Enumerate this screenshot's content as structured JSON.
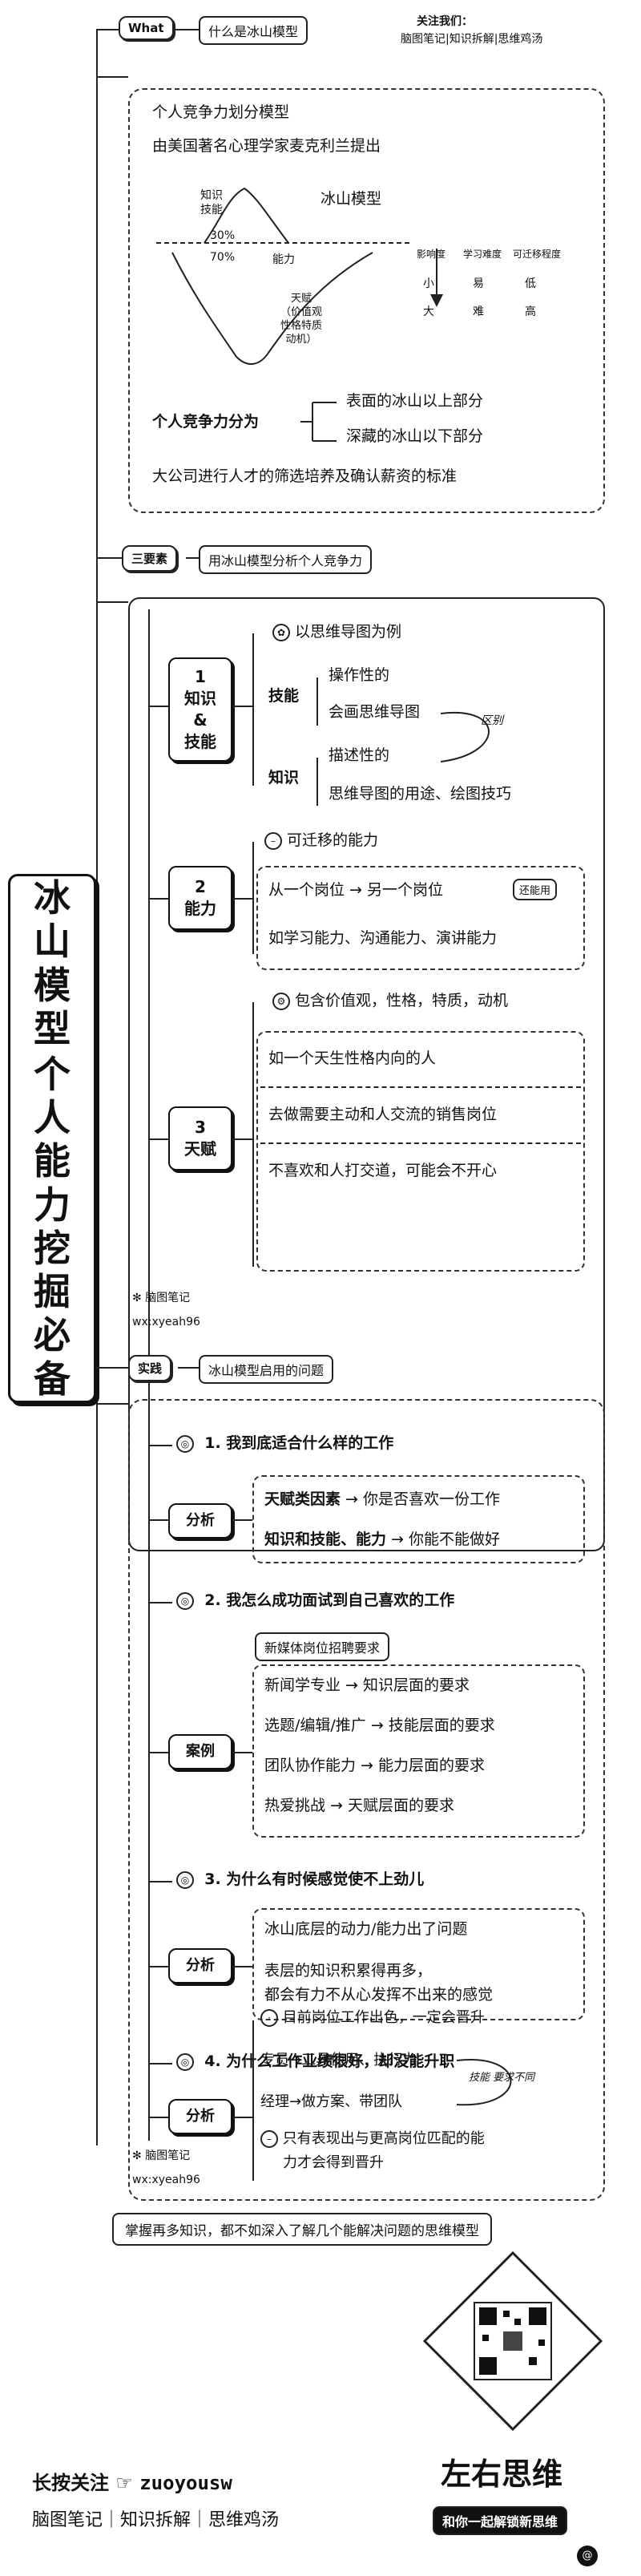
{
  "title_chars": [
    "冰",
    "山",
    "模",
    "型",
    "",
    "个",
    "人",
    "能",
    "力",
    "挖",
    "掘",
    "必",
    "备"
  ],
  "what": {
    "tag": "What",
    "header": "什么是冰山模型",
    "attention_title": "关注我们：",
    "attention_sub": "脑图笔记|知识拆解|思维鸡汤",
    "items": [
      "个人竞争力划分模型",
      "由美国著名心理学家麦克利兰提出"
    ],
    "iceberg": {
      "label_skill": "知识\n技能",
      "model_name": "冰山模型",
      "pct_top": "30%",
      "pct_bottom": "70%",
      "ability": "能力",
      "talent": "天赋\n（价值观\n性格特质\n动机）",
      "col_influence": "影响度",
      "col_learn": "学习难度",
      "col_transfer": "可迁移程度",
      "v_small": "小",
      "v_big": "大",
      "v_easy": "易",
      "v_hard": "难",
      "v_low": "低",
      "v_high": "高"
    },
    "split_label": "个人竞争力分为",
    "split_above": "表面的冰山以上部分",
    "split_below": "深藏的冰山以下部分",
    "last": "大公司进行人才的筛选培养及确认薪资的标准"
  },
  "three": {
    "tag": "三要素",
    "header": "用冰山模型分析个人竞争力",
    "k_node": "1\n知识\n&\n技能",
    "k_example": "以思维导图为例",
    "skill": "技能",
    "skill_1": "操作性的",
    "skill_2": "会画思维导图",
    "diff": "区别",
    "knowledge": "知识",
    "know_1": "描述性的",
    "know_2": "思维导图的用途、绘图技巧",
    "a_node": "2\n能力",
    "a_head": "可迁移的能力",
    "a_1": "从一个岗位 → 另一个岗位",
    "a_1_tag": "还能用",
    "a_2": "如学习能力、沟通能力、演讲能力",
    "t_node": "3\n天赋",
    "t_head": "包含价值观，性格，特质，动机",
    "t_1": "如一个天生性格内向的人",
    "t_2": "去做需要主动和人交流的销售岗位",
    "t_3": "不喜欢和人打交道，可能会不开心",
    "wm1": "脑图笔记",
    "wx1": "wx:xyeah96"
  },
  "practice": {
    "tag": "实践",
    "header": "冰山模型启用的问题",
    "q1": "1.  我到底适合什么样的工作",
    "an1": "分析",
    "an1_a_bold": "天赋类因素",
    "an1_a_rest": " → 你是否喜欢一份工作",
    "an1_b_bold": "知识和技能、能力",
    "an1_b_rest": " → 你能不能做好",
    "q2": "2.  我怎么成功面试到自己喜欢的工作",
    "case_head": "新媒体岗位招聘要求",
    "case": "案例",
    "c1": "新闻学专业 → 知识层面的要求",
    "c2": "选题/编辑/推广 → 技能层面的要求",
    "c3": "团队协作能力 → 能力层面的要求",
    "c4": "热爱挑战 → 天赋层面的要求",
    "q3": "3.  为什么有时候感觉使不上劲儿",
    "an3": "分析",
    "an3_a": "冰山底层的动力/能力出了问题",
    "an3_b1": "表层的知识积累得再多，",
    "an3_b2": "都会有力不从心发挥不出来的感觉",
    "q4": "4. 为什么工作业绩很好，却没能升职",
    "an4": "分析",
    "an4_a": "目前岗位工作出色，一定会晋升",
    "an4_b": "专员→工具使用、执行力",
    "an4_c": "经理→做方案、带团队",
    "an4_note": "技能 要求不同",
    "an4_d1": "只有表现出与更高岗位匹配的能",
    "an4_d2": "力才会得到晋升",
    "wm2": "脑图笔记",
    "wx2": "wx:xyeah96"
  },
  "footer": {
    "summary": "掌握再多知识，都不如深入了解几个能解决问题的思维模型",
    "follow": "长按关注",
    "account": "zuoyousw",
    "tags": "脑图笔记｜知识拆解｜思维鸡汤",
    "brand": "左右思维",
    "slogan": "和你一起解锁新思维"
  }
}
